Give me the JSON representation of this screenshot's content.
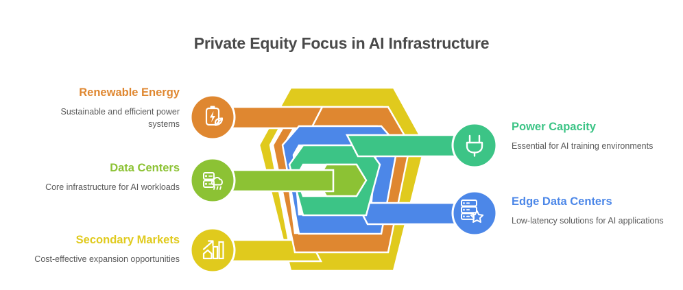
{
  "title": "Private Equity Focus in AI Infrastructure",
  "palette": {
    "yellow": "#e0ca1d",
    "orange": "#df8730",
    "blue": "#4c87e8",
    "green": "#3cc486",
    "lime": "#8cc234",
    "title_gray": "#4a4a4a",
    "body_gray": "#5a5a5a",
    "white": "#ffffff"
  },
  "nodes": {
    "left": [
      {
        "id": "renewable-energy",
        "heading": "Renewable Energy",
        "description": "Sustainable and efficient power systems",
        "color": "#df8730",
        "icon": "eco-battery-icon"
      },
      {
        "id": "data-centers",
        "heading": "Data Centers",
        "description": "Core infrastructure for AI workloads",
        "color": "#8cc234",
        "icon": "cloud-server-icon"
      },
      {
        "id": "secondary-markets",
        "heading": "Secondary Markets",
        "description": "Cost-effective expansion opportunities",
        "color": "#e0ca1d",
        "icon": "growth-chart-icon"
      }
    ],
    "right": [
      {
        "id": "power-capacity",
        "heading": "Power Capacity",
        "description": "Essential for AI training environments",
        "color": "#3cc486",
        "icon": "power-plug-icon"
      },
      {
        "id": "edge-data-centers",
        "heading": "Edge Data Centers",
        "description": "Low-latency solutions for AI applications",
        "color": "#4c87e8",
        "icon": "server-star-icon"
      }
    ]
  },
  "chart_data": {
    "type": "diagram",
    "subtype": "nested-hexagon-chevron",
    "title": "Private Equity Focus in AI Infrastructure",
    "ring_order_outer_to_inner": [
      "#e0ca1d",
      "#df8730",
      "#4c87e8",
      "#3cc486",
      "#8cc234"
    ],
    "connectors": [
      {
        "label": "Renewable Energy",
        "side": "left",
        "ring": 2,
        "color": "#df8730"
      },
      {
        "label": "Data Centers",
        "side": "left",
        "ring": 5,
        "color": "#8cc234"
      },
      {
        "label": "Secondary Markets",
        "side": "left",
        "ring": 1,
        "color": "#e0ca1d"
      },
      {
        "label": "Power Capacity",
        "side": "right",
        "ring": 4,
        "color": "#3cc486"
      },
      {
        "label": "Edge Data Centers",
        "side": "right",
        "ring": 3,
        "color": "#4c87e8"
      }
    ]
  }
}
